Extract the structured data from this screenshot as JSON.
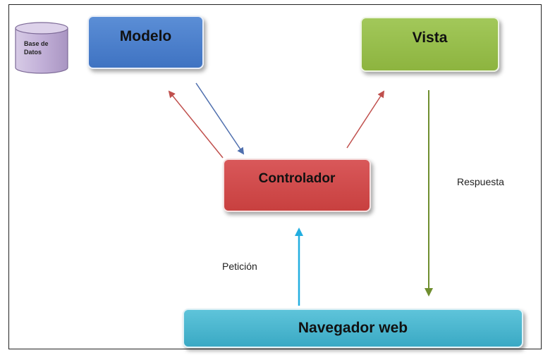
{
  "nodes": {
    "database": "Base de Datos",
    "model": "Modelo",
    "view": "Vista",
    "controller": "Controlador",
    "browser": "Navegador web"
  },
  "edge_labels": {
    "response": "Respuesta",
    "request": "Petición"
  },
  "colors": {
    "model": "#4a7fcc",
    "view": "#97bd4a",
    "controller": "#d04c4c",
    "browser": "#48b6cf",
    "database": "#c5b4d8",
    "arrow_red": "#c0504d",
    "arrow_blue": "#4f6fae",
    "arrow_cyan": "#22aee0",
    "arrow_green": "#6f8e2f"
  }
}
